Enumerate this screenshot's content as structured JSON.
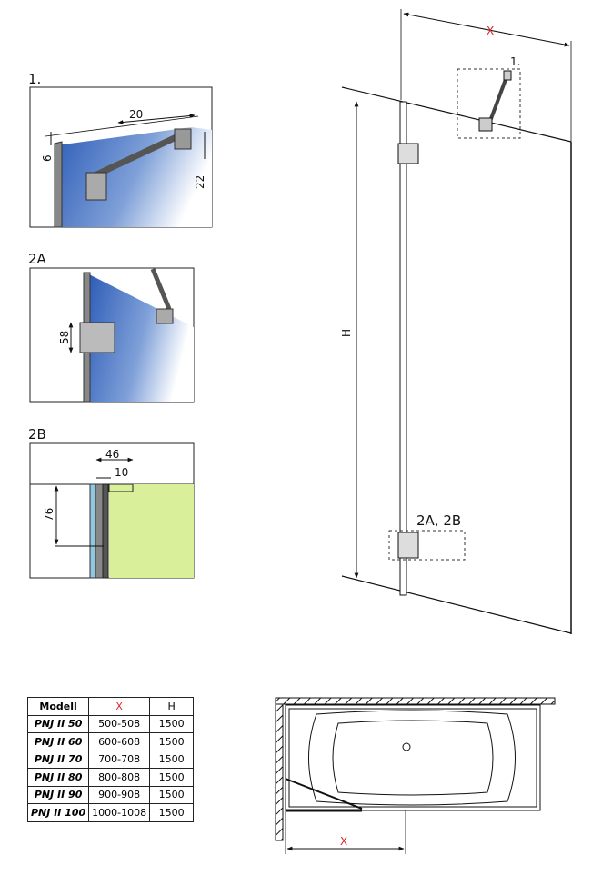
{
  "details": {
    "d1": {
      "label": "1.",
      "dims": [
        "20",
        "6",
        "22"
      ]
    },
    "d2a": {
      "label": "2A",
      "dims": [
        "58"
      ]
    },
    "d2b": {
      "label": "2B",
      "dims": [
        "46",
        "10",
        "76"
      ]
    }
  },
  "main": {
    "x_label": "X",
    "h_label": "H",
    "callout1": "1.",
    "callout2": "2A, 2B"
  },
  "table": {
    "headers": [
      "Modell",
      "X",
      "H"
    ],
    "rows": [
      [
        "PNJ II 50",
        "500-508",
        "1500"
      ],
      [
        "PNJ II 60",
        "600-608",
        "1500"
      ],
      [
        "PNJ II 70",
        "700-708",
        "1500"
      ],
      [
        "PNJ II 80",
        "800-808",
        "1500"
      ],
      [
        "PNJ II 90",
        "900-908",
        "1500"
      ],
      [
        "PNJ II 100",
        "1000-1008",
        "1500"
      ]
    ]
  },
  "bath": {
    "x_label": "X"
  },
  "colors": {
    "accent_red": "#d9262c",
    "glass_blue": "#3f6fc0",
    "wall_green": "#d9ef9a"
  }
}
